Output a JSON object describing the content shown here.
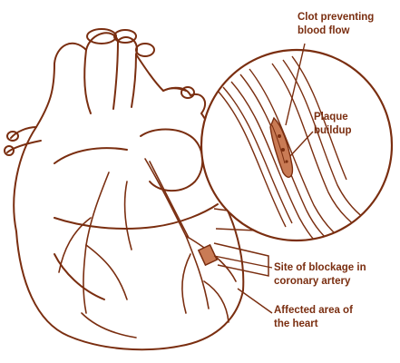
{
  "labels": {
    "clot": [
      "Clot preventing",
      "blood flow"
    ],
    "plaque": [
      "Plaque",
      "buildup"
    ],
    "blockage": [
      "Site of blockage in",
      "coronary artery"
    ],
    "affected": [
      "Affected area of",
      "the heart"
    ]
  },
  "colors": {
    "ink": "#7a2e10",
    "ink_light": "#b25a2e",
    "shade": "#c97b55",
    "background": "#ffffff"
  }
}
